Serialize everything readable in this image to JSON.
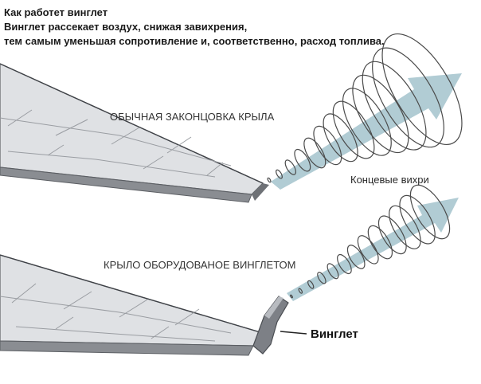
{
  "header": {
    "line1": "Как работет винглет",
    "line2": "Винглет рассекает воздух, снижая завихрения,",
    "line3": "тем самым уменьшая сопротивление и, соответственно, расход топлива."
  },
  "labels": {
    "standard_wing_tip": "ОБЫЧНАЯ ЗАКОНЦОВКА КРЫЛА",
    "wingtip_vortices": "Концевые вихри",
    "winglet_wing": "КРЫЛО ОБОРУДОВАНОЕ ВИНГЛЕТОМ",
    "winglet": "Винглет"
  },
  "colors": {
    "wing_top": "#dfe1e4",
    "wing_edge": "#8a8d92",
    "wing_outline": "#5b5e63",
    "winglet_face": "#7d8086",
    "vortex_stroke": "#4a4a4a",
    "arrow_fill": "#a9c6cf"
  },
  "icons": {
    "vortex_large": "spiral-vortex-icon",
    "vortex_small": "spiral-vortex-icon",
    "flow_arrow": "arrow-right-icon"
  }
}
